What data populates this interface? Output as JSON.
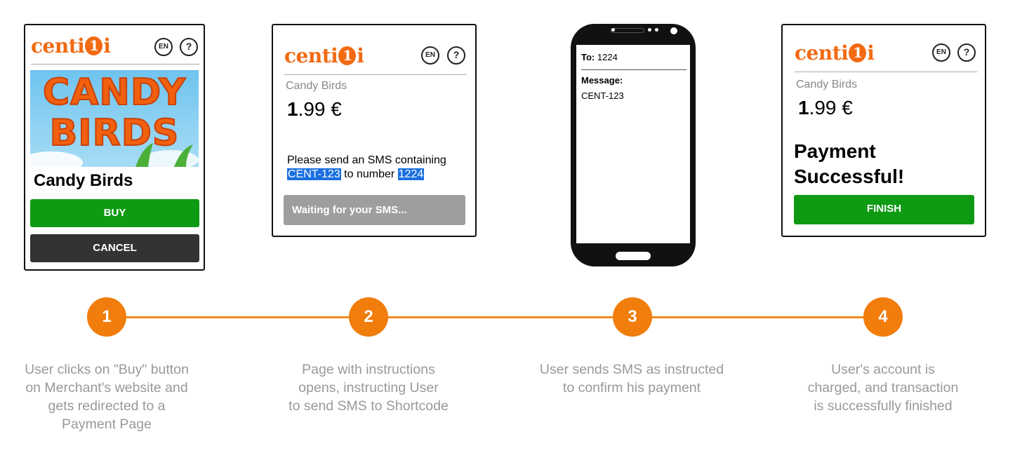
{
  "brand": {
    "logo_pre": "centi",
    "logo_one": "1",
    "logo_post": "i",
    "color": "#f26a12"
  },
  "panel1": {
    "lang": "EN",
    "help": "?",
    "banner_line1": "CANDY",
    "banner_line2": "BIRDS",
    "title": "Candy Birds",
    "buy_label": "BUY",
    "cancel_label": "CANCEL"
  },
  "panel2": {
    "lang": "EN",
    "help": "?",
    "product": "Candy Birds",
    "price_whole": "1",
    "price_rest": ".99 €",
    "instr_part1": "Please send an SMS containing",
    "code": "CENT-123",
    "instr_part2": "to number",
    "shortcode": "1224",
    "waiting_label": "Waiting for your SMS..."
  },
  "phone": {
    "to_label": "To:",
    "to_value": "1224",
    "message_label": "Message:",
    "message_value": "CENT-123"
  },
  "panel4": {
    "lang": "EN",
    "help": "?",
    "product": "Candy Birds",
    "price_whole": "1",
    "price_rest": ".99 €",
    "success_line1": "Payment",
    "success_line2": "Successful!",
    "finish_label": "FINISH"
  },
  "steps": [
    {
      "number": "1",
      "lines": [
        "User clicks on \"Buy\" button",
        "on Merchant's website and",
        "gets redirected to a",
        "Payment Page"
      ]
    },
    {
      "number": "2",
      "lines": [
        "Page with instructions",
        "opens, instructing User",
        "to send SMS to Shortcode"
      ]
    },
    {
      "number": "3",
      "lines": [
        "User sends SMS as instructed",
        "to confirm his payment"
      ]
    },
    {
      "number": "4",
      "lines": [
        "User's account is",
        "charged, and transaction",
        "is successfully finished"
      ]
    }
  ],
  "colors": {
    "accent": "#f07d0c",
    "buy": "#0f9a14",
    "cancel": "#333333",
    "waiting": "#9e9e9e",
    "highlight": "#1a6fe0"
  }
}
